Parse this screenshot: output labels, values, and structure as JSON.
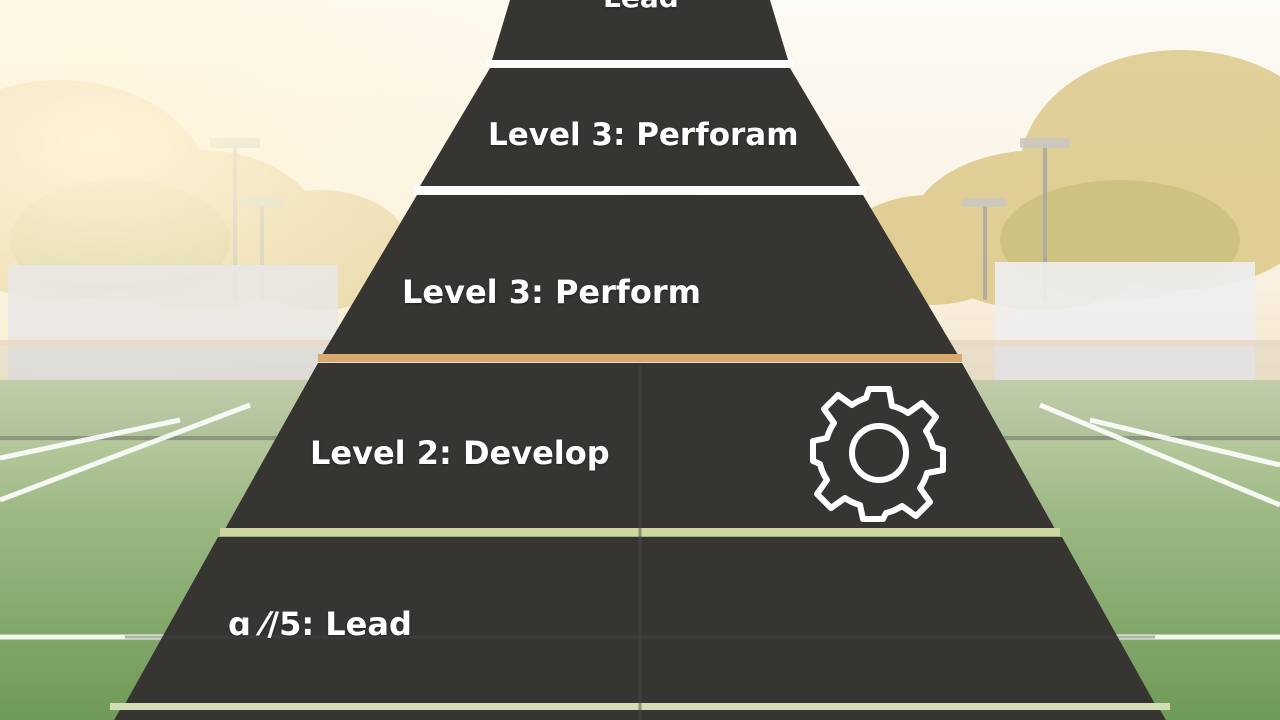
{
  "pyramid": {
    "levels": [
      {
        "label": "Lead"
      },
      {
        "label": "Level 3: Perforam"
      },
      {
        "label": "Level 3: Perform"
      },
      {
        "label": "Level 2: Develop",
        "icon": "gear-icon"
      },
      {
        "label": "ɑ  ⁄/5: Lead"
      }
    ]
  },
  "colors": {
    "tier": "#363531",
    "separator_white": "#ffffff",
    "separator_gold": "#d8aa6e",
    "separator_green": "#cfd7a0",
    "sky": "#fbf5ec",
    "court": "#7ea267",
    "trees": "#d9c37a"
  }
}
